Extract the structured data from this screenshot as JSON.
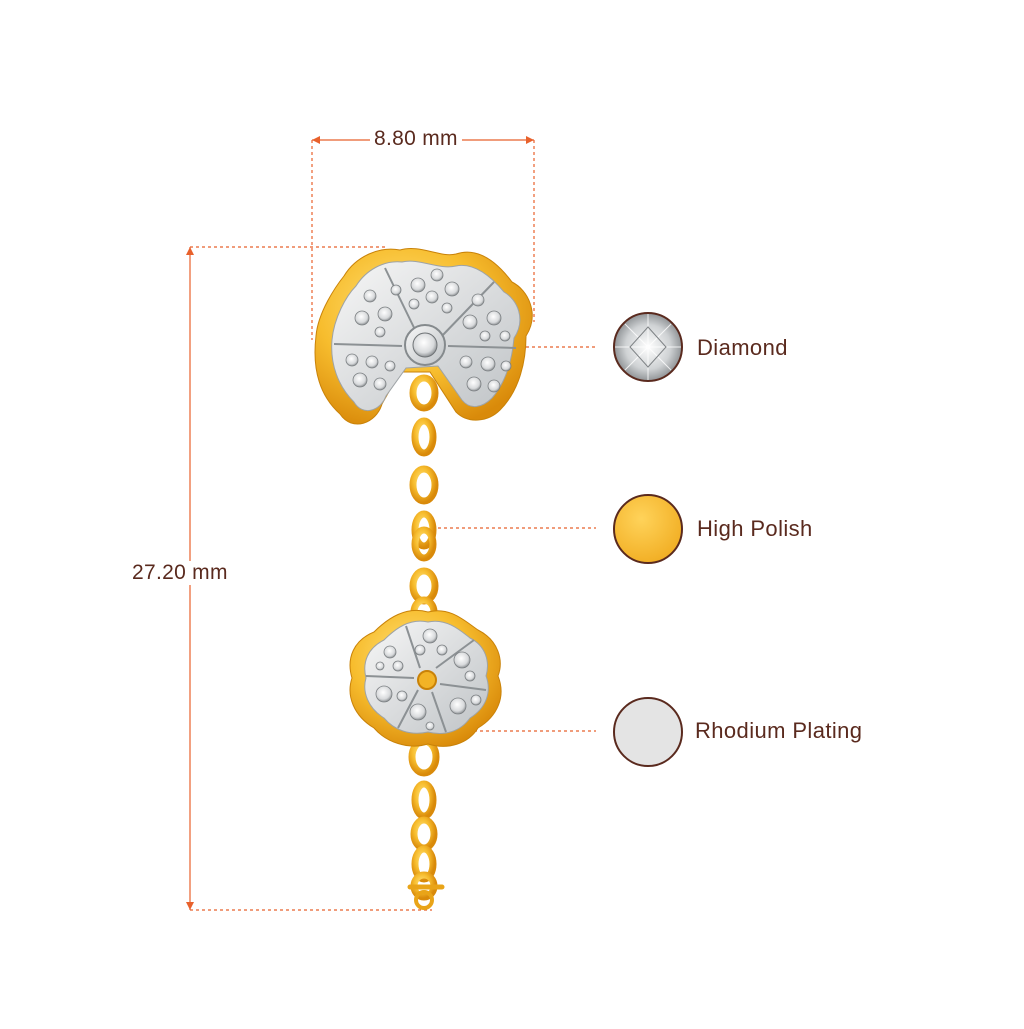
{
  "dimensions": {
    "width_label": "8.80 mm",
    "height_label": "27.20 mm"
  },
  "legend": [
    {
      "label": "Diamond",
      "swatch": "diamond"
    },
    {
      "label": "High Polish",
      "swatch": "gold"
    },
    {
      "label": "Rhodium Plating",
      "swatch": "rhodium"
    }
  ],
  "colors": {
    "guide_line": "#e8612c",
    "label_text": "#5a2a1e",
    "gold": "#f5b62b",
    "gold_dark": "#d68a0c",
    "rhodium": "#e3e3e3",
    "swatch_border": "#5a2a1e"
  }
}
